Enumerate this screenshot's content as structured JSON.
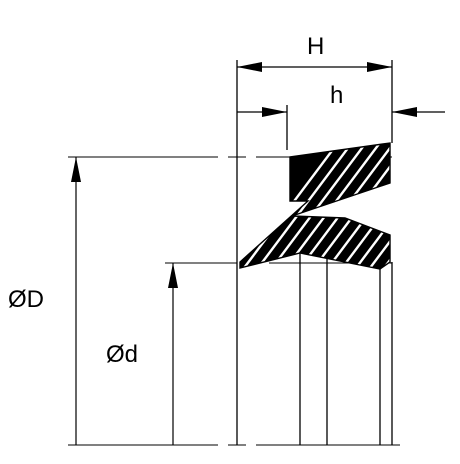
{
  "drawing": {
    "labels": {
      "H": "H",
      "h": "h",
      "D": "ØD",
      "d": "Ød"
    }
  },
  "colors": {
    "line": "#000000",
    "fill": "#000000",
    "background": "#ffffff"
  }
}
